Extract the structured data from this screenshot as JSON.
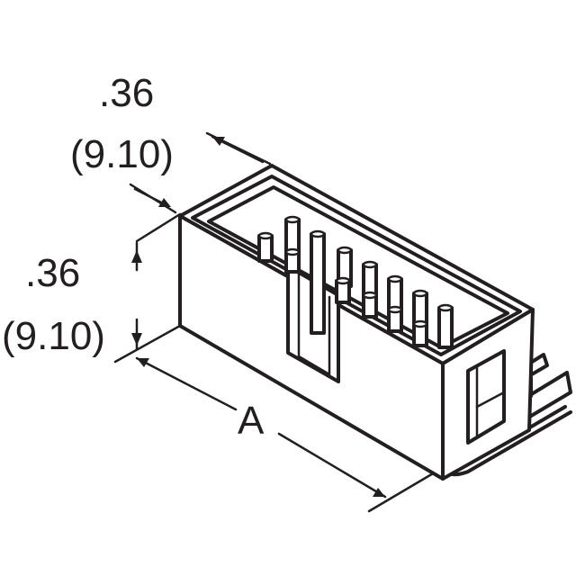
{
  "dimensions": {
    "top_width_in": ".36",
    "top_width_mm": "(9.10)",
    "height_in": ".36",
    "height_mm": "(9.10)",
    "length_label": "A"
  },
  "connector": {
    "type": "box-header-right-angle",
    "pin_pairs": 8
  }
}
